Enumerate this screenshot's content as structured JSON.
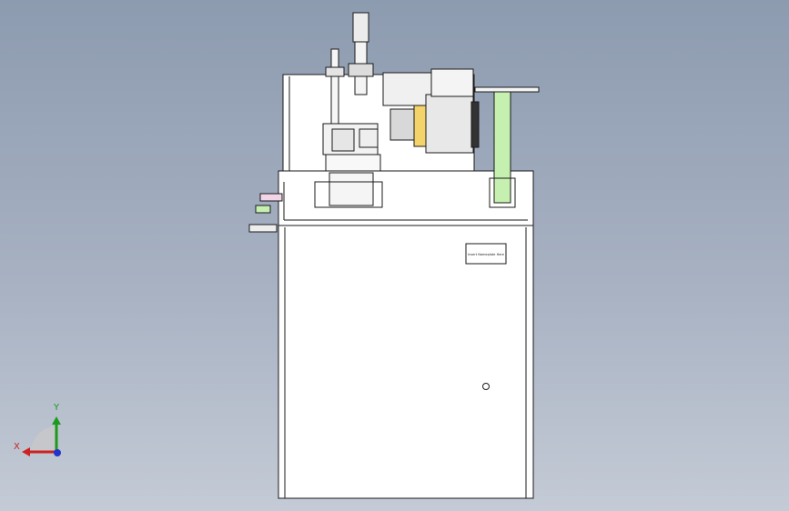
{
  "viewport": {
    "background_top": "#8d9bb0",
    "background_bottom": "#c4cbd6"
  },
  "model": {
    "line_color": "#1a1a1a",
    "body_color": "#ffffff",
    "accent_green": "#c6f0b0",
    "accent_yellow": "#f3d36a",
    "accent_pink": "#f2d6e8"
  },
  "nameplate": {
    "text": "Insert Nameplate Here"
  },
  "triad": {
    "x_label": "X",
    "y_label": "Y",
    "x_color": "#cc2222",
    "y_color": "#1b9a1b",
    "z_color": "#2233cc"
  }
}
